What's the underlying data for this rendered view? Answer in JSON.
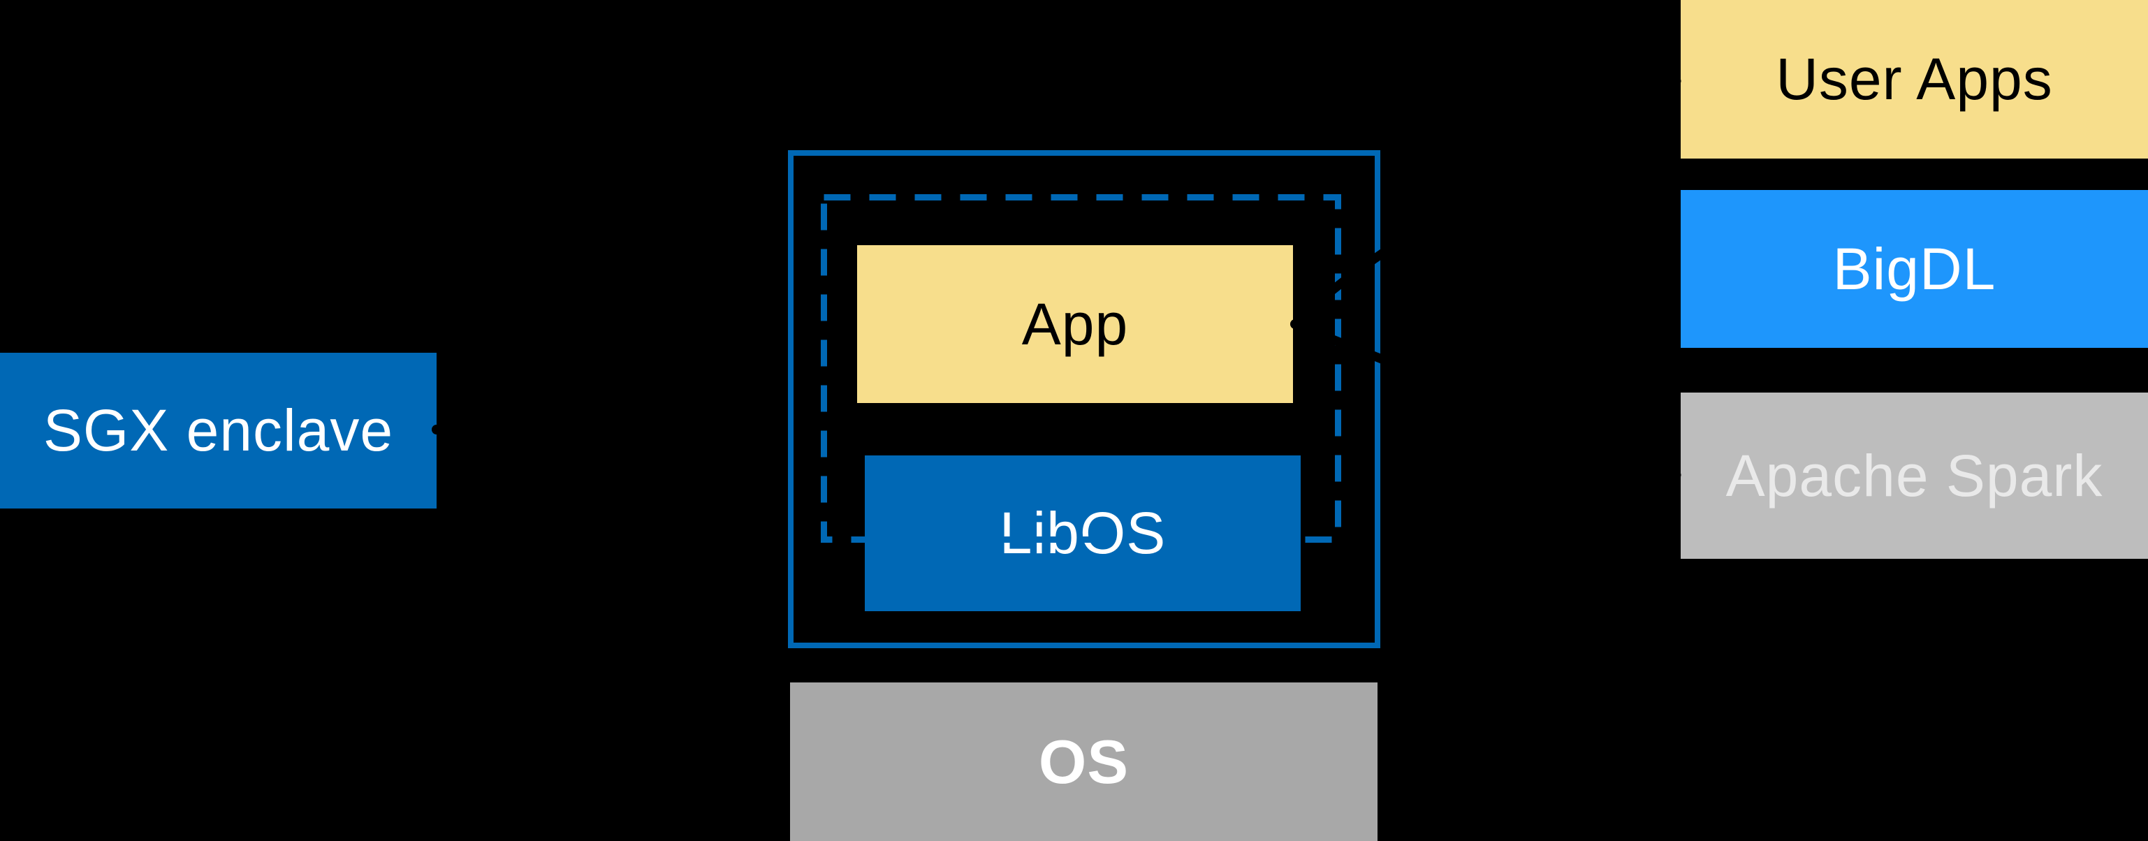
{
  "diagram": {
    "sgx": {
      "label": "SGX enclave"
    },
    "host": {
      "app_label": "App",
      "libos_label": "LibOS"
    },
    "os_label": "OS",
    "stack": {
      "user_apps_label": "User Apps",
      "bigdl_label": "BigDL",
      "spark_label": "Apache Spark"
    }
  },
  "colors": {
    "background": "#000000",
    "intel_blue": "#0068B5",
    "bigdl_azure": "#1E96FC",
    "app_yellow": "#F7DE8C",
    "os_gray": "#A8A8A8",
    "spark_gray": "#BDBDBD",
    "annotation_black": "#000000"
  }
}
